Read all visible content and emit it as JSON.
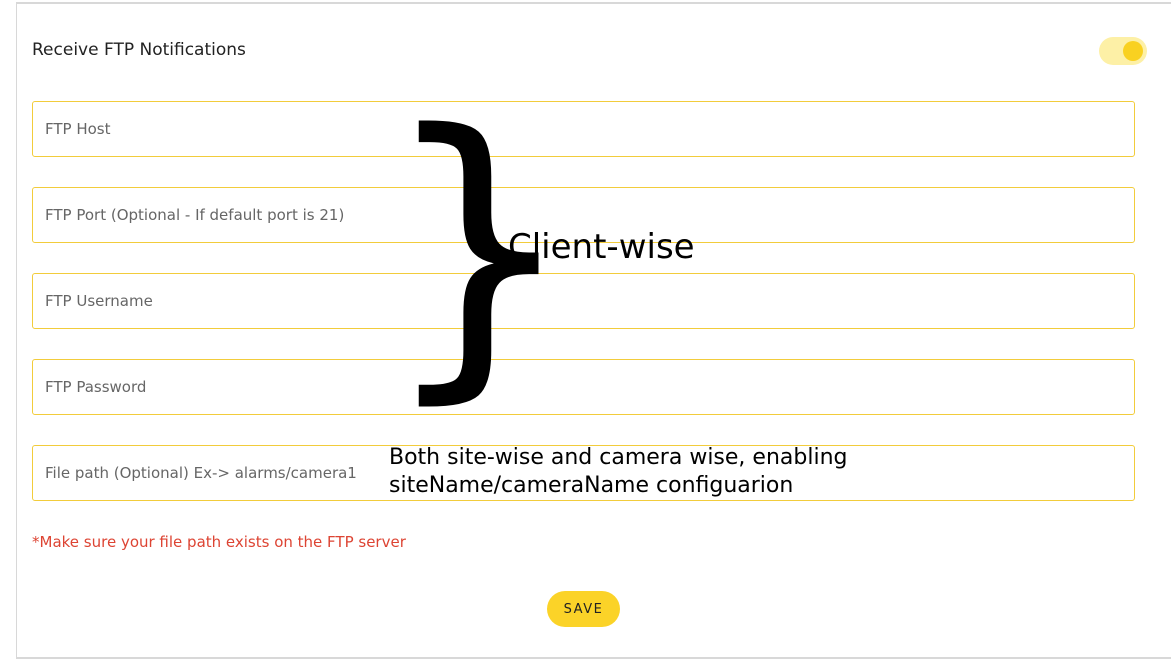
{
  "notifications": {
    "label": "Receive FTP Notifications",
    "enabled": true
  },
  "fields": {
    "host_placeholder": "FTP Host",
    "port_placeholder": "FTP Port (Optional - If default port is 21)",
    "username_placeholder": "FTP Username",
    "password_placeholder": "FTP Password",
    "filepath_placeholder": "File path (Optional) Ex-> alarms/camera1"
  },
  "hint": "*Make sure your file path exists on the FTP server",
  "save_label": "SAVE",
  "annotations": {
    "brace": "}",
    "client_wise": "Client-wise",
    "both_line1": "Both site-wise and camera wise, enabling",
    "both_line2": "siteName/cameraName configuarion"
  },
  "colors": {
    "accent": "#fbd328",
    "field_border": "#f2cc3b",
    "hint": "#dd4433"
  }
}
